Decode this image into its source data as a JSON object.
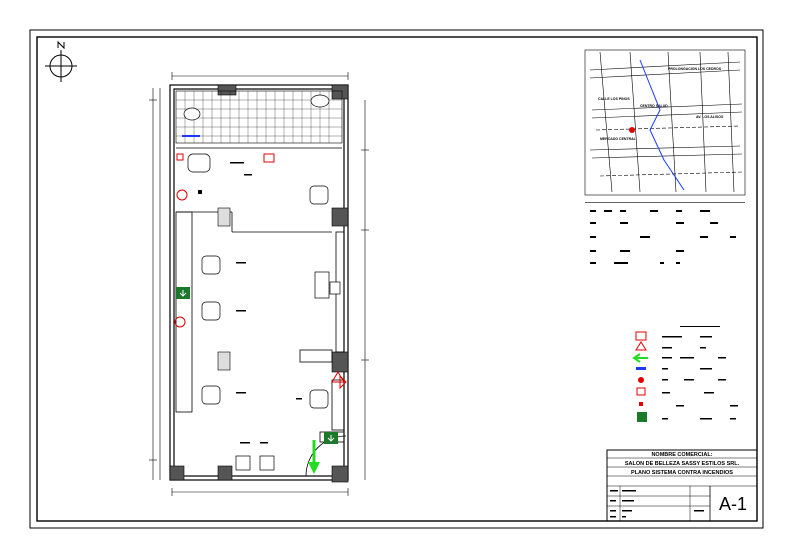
{
  "title_block": {
    "nombre_label": "NOMBRE COMERCIAL:",
    "company": "SALON DE BELLEZA SASSY ESTILOS SRL.",
    "plan_title": "PLANO SISTEMA CONTRA INCENDIOS",
    "sheet_code": "A-1"
  },
  "location_map": {
    "labels": [
      "PROLONGACION LOS CEDROS",
      "CALLE LOS PINOS",
      "CENTRO SALUD",
      "AV. LOS ALISOS",
      "MERCADO CENTRAL"
    ]
  },
  "legend": {
    "rows": 8
  },
  "colors": {
    "line": "#000000",
    "fire": "#e00000",
    "exit_green": "#1a7a2a",
    "arrow_green": "#22dd22",
    "blue": "#1a3aff"
  },
  "icons": [
    "north-arrow-icon",
    "fire-extinguisher-icon",
    "fire-alarm-icon",
    "exit-sign-icon",
    "evacuation-arrow-icon"
  ]
}
